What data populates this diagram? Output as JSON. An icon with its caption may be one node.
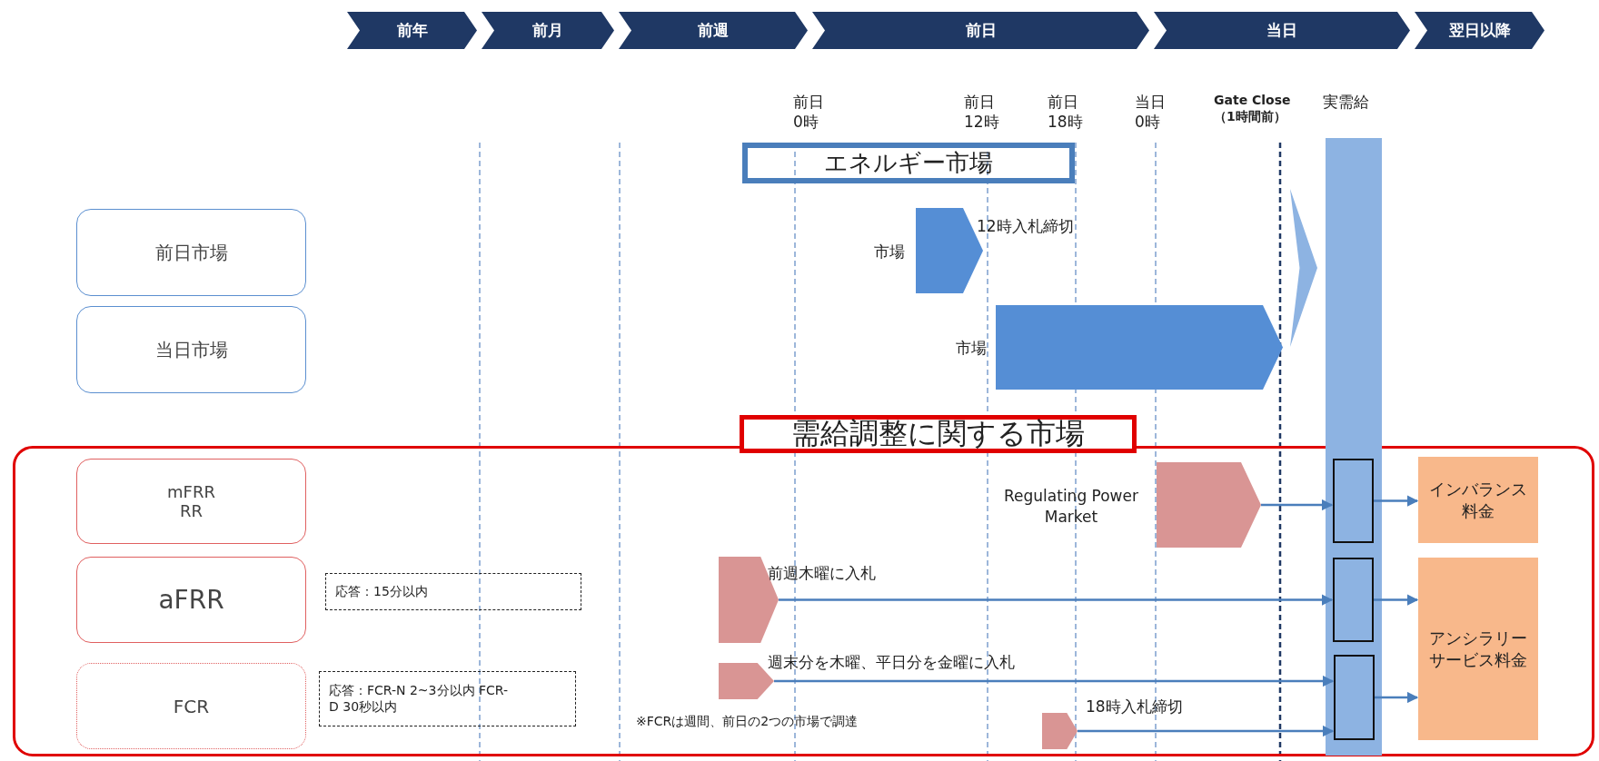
{
  "diagram": {
    "nodes": [
      {
        "text": [
          "前年"
        ]
      },
      {
        "text": [
          "前月"
        ]
      },
      {
        "text": [
          "前週"
        ]
      },
      {
        "text": [
          "前日"
        ]
      },
      {
        "text": [
          "当日"
        ]
      },
      {
        "text": [
          "翌日以降"
        ]
      },
      {
        "text": [
          "エネルギー市場"
        ]
      },
      {
        "text": [
          "前日市場"
        ]
      },
      {
        "text": [
          "当日市場"
        ]
      },
      {
        "text": [
          "需給調整に関する市場"
        ]
      },
      {
        "text": [
          "mFRR RR"
        ],
        "in": 9
      },
      {
        "text": [
          "aFRR"
        ],
        "in": 9
      },
      {
        "text": [
          "FCR"
        ],
        "in": 9
      },
      {
        "text": [
          "応答：15分以内"
        ],
        "in": 9
      },
      {
        "text": [
          "応答：FCR-N 2~3分以内 FCR-D 30秒以内"
        ],
        "in": 9
      },
      {
        "text": [],
        "shape": "pentagon",
        "beside": [
          "市場",
          "12時入札締切"
        ]
      },
      {
        "text": [],
        "shape": "pentagon",
        "beside": [
          "市場"
        ]
      },
      {
        "text": [],
        "shape": "bar"
      },
      {
        "text": [],
        "shape": "pentagon",
        "in": 9,
        "beside": [
          "Regulating Power Market"
        ]
      },
      {
        "text": [],
        "shape": "pentagon",
        "in": 9,
        "beside": [
          "前週木曜に入札"
        ]
      },
      {
        "text": [],
        "shape": "pentagon",
        "in": 9,
        "beside": [
          "週末分を木曜、平日分を金曜に入札"
        ]
      },
      {
        "text": [],
        "shape": "pentagon",
        "in": 9,
        "beside": [
          "18時入札締切"
        ]
      },
      {
        "text": [],
        "shape": "box"
      },
      {
        "text": [],
        "shape": "box"
      },
      {
        "text": [],
        "shape": "box"
      },
      {
        "text": [
          "インバランス料金"
        ],
        "in": 9
      },
      {
        "text": [
          "アンシラリーサービス料金"
        ],
        "in": 9
      },
      {
        "text": [],
        "shape": "chevron"
      }
    ],
    "edges": [
      {
        "from": 18,
        "to": 22,
        "arrow": "to"
      },
      {
        "from": 19,
        "to": 23,
        "arrow": "to"
      },
      {
        "from": 20,
        "to": 24,
        "arrow": "to"
      },
      {
        "from": 21,
        "to": 24,
        "arrow": "to"
      },
      {
        "from": 22,
        "to": 25,
        "arrow": "to"
      },
      {
        "from": 23,
        "to": 26,
        "arrow": "to"
      },
      {
        "from": 24,
        "to": 26,
        "arrow": "to"
      }
    ],
    "labels": [
      "前日 0時",
      "前日 12時",
      "前日 18時",
      "当日 0時",
      "Gate Close （1時間前）",
      "実需給",
      "※FCRは週間、前日の2つの市場で調達"
    ]
  }
}
